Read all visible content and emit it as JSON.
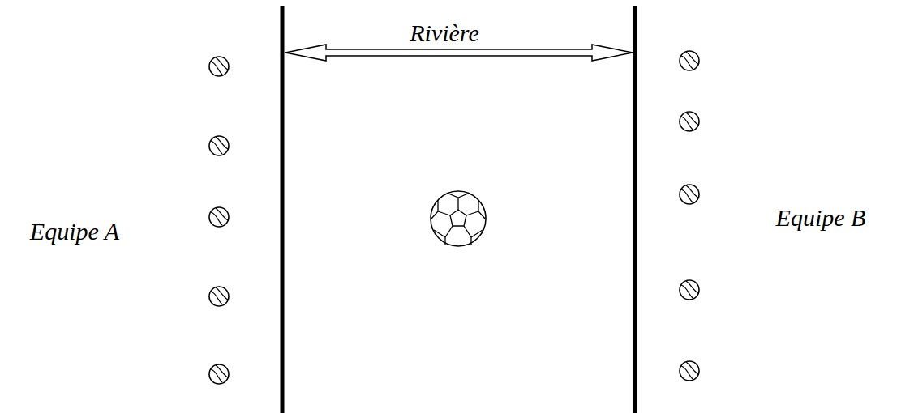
{
  "diagram": {
    "labels": [
      "Rivière",
      "Equipe A",
      "Equipe B"
    ]
  }
}
